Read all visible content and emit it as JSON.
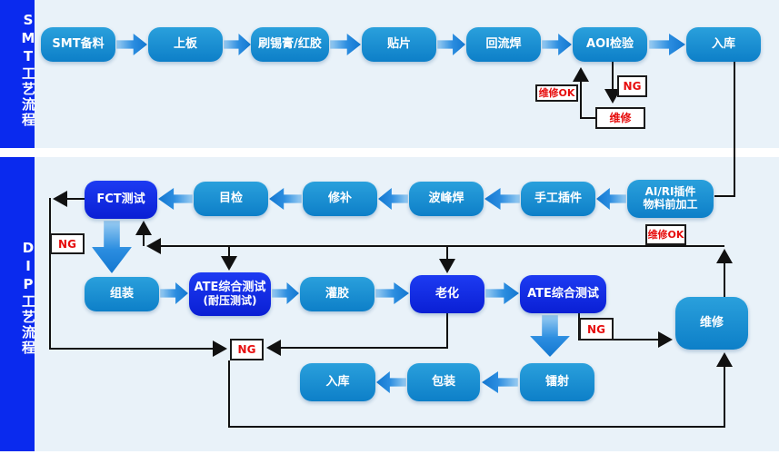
{
  "sidebar": {
    "smt_label": "SMT工艺流程",
    "dip_label": "DIP工艺流程"
  },
  "smt_flow": {
    "steps": [
      "SMT备料",
      "上板",
      "刷锡膏/红胶",
      "贴片",
      "回流焊",
      "AOI检验",
      "入库"
    ],
    "ng_tag": "NG",
    "repair_tag": "维修",
    "repair_ok_tag": "维修OK"
  },
  "dip_flow": {
    "entry": {
      "line1": "AI/RI插件",
      "line2": "物料前加工"
    },
    "row1_steps": [
      "手工插件",
      "波峰焊",
      "修补",
      "目检",
      "FCT测试"
    ],
    "fct_ng_tag": "NG",
    "repair_ok_tag": "维修OK",
    "row2": {
      "assemble": "组装",
      "ate1_line1": "ATE综合测试",
      "ate1_line2": "(耐压测试)",
      "glue": "灌胶",
      "aging": "老化",
      "ate2": "ATE综合测试",
      "repair": "维修"
    },
    "mid_ng_tag": "NG",
    "ate_ng_tag": "NG",
    "row3_steps": [
      "入库",
      "包装",
      "镭射"
    ]
  },
  "colors": {
    "background": "#e9f2f9",
    "sidebar_blue": "#0a2aee",
    "node_blue": "#1590d2",
    "node_dark_blue": "#1230e0",
    "arrow_blue": "#2b8de0",
    "tag_red": "#e60d0d",
    "wire_black": "#111111"
  }
}
